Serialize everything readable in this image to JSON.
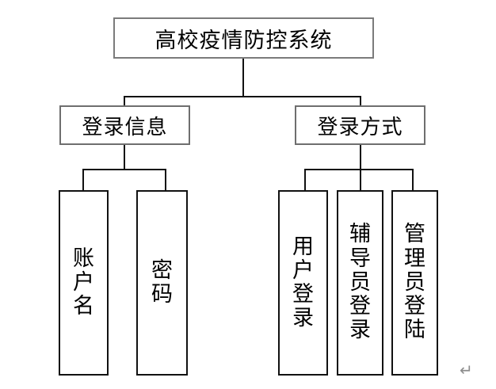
{
  "diagram": {
    "type": "tree",
    "title": "高校疫情防控系统",
    "root": {
      "label": "高校疫情防控系统",
      "orientation": "horizontal"
    },
    "level2": [
      {
        "label": "登录信息",
        "orientation": "horizontal"
      },
      {
        "label": "登录方式",
        "orientation": "horizontal"
      }
    ],
    "leaves_left": [
      {
        "label": "账户名",
        "vertical": "账\n户\n名",
        "orientation": "vertical"
      },
      {
        "label": "密码",
        "vertical": "密\n码",
        "orientation": "vertical"
      }
    ],
    "leaves_right": [
      {
        "label": "用户登录",
        "vertical": "用\n户\n登\n录",
        "orientation": "vertical"
      },
      {
        "label": "辅导员登录",
        "vertical": "辅\n导\n员\n登\n录",
        "orientation": "vertical"
      },
      {
        "label": "管理员登陆",
        "vertical": "管\n理\n员\n登\n陆",
        "orientation": "vertical"
      }
    ],
    "marks": {
      "return_symbol": "↵"
    },
    "colors": {
      "background": "#ffffff",
      "root_border": "#7b7b7b",
      "mid_border": "#6e6e6e",
      "leaf_border": "#111111",
      "connector": "#111111",
      "text": "#000000",
      "return_mark": "#8d8d8d"
    }
  }
}
